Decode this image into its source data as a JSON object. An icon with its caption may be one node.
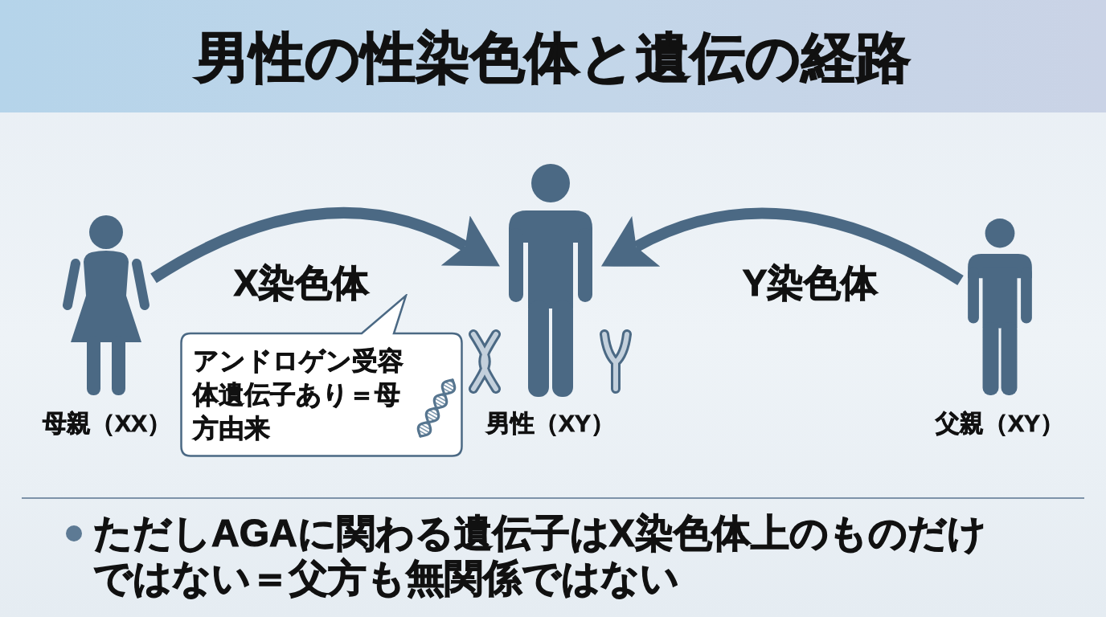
{
  "diagram": {
    "title": "男性の性染色体と遺伝の経路",
    "nodes": [
      {
        "text": [],
        "shape": "person",
        "beside": [
          "母親（XX）"
        ]
      },
      {
        "text": [
          "アンドロゲン受容体遺伝子あり＝母方由来"
        ]
      },
      {
        "text": [],
        "shape": "person",
        "beside": [
          "男性（XY）"
        ]
      },
      {
        "text": [],
        "shape": "person",
        "beside": [
          "父親（XY）"
        ]
      }
    ],
    "edges": [
      {
        "from": 0,
        "to": 2,
        "arrow": "to",
        "label": "X染色体"
      },
      {
        "from": 3,
        "to": 2,
        "arrow": "to",
        "label": "Y染色体"
      }
    ],
    "labels": [
      "ただしAGAに関わる遺伝子はX染色体上のものだけではない＝父方も無関係ではない"
    ]
  }
}
